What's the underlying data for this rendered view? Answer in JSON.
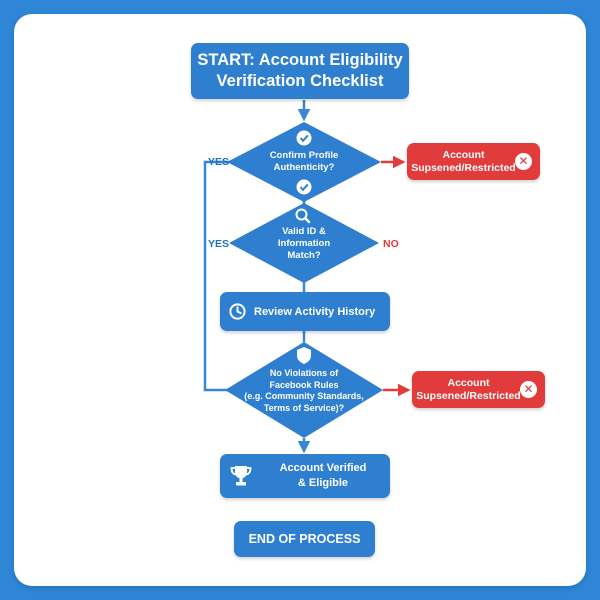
{
  "title": "START: Account Eligibility\nVerification Checklist",
  "nodes": {
    "confirm_profile": "Confirm Profile\nAuthenticity?",
    "valid_id": "Valid ID &\nInformation\nMatch?",
    "review_activity": "Review Activity History",
    "no_violations": "No Violations of\nFacebook Rules\n(e.g. Community Standards,\nTerms of Service)?",
    "account_verified": "Account Verified\n& Eligible",
    "end": "END OF PROCESS"
  },
  "outcomes": {
    "restricted_1": "Account\nSupsened/Restricted",
    "restricted_2": "Account\nSupsened/Restricted"
  },
  "branch_labels": {
    "yes_1": "YES",
    "yes_2": "YES",
    "no_1": "NO"
  },
  "icons": {
    "confirm_top": "check-icon",
    "confirm_bottom": "check-icon",
    "valid_id": "magnifier-icon",
    "review": "clock-icon",
    "violations": "shield-icon",
    "verified": "trophy-icon",
    "restricted": "x-icon"
  },
  "colors": {
    "background": "#2f86d6",
    "node_blue": "#2f7fd1",
    "connector": "#3a86d4",
    "restricted_red": "#e23b3b"
  }
}
